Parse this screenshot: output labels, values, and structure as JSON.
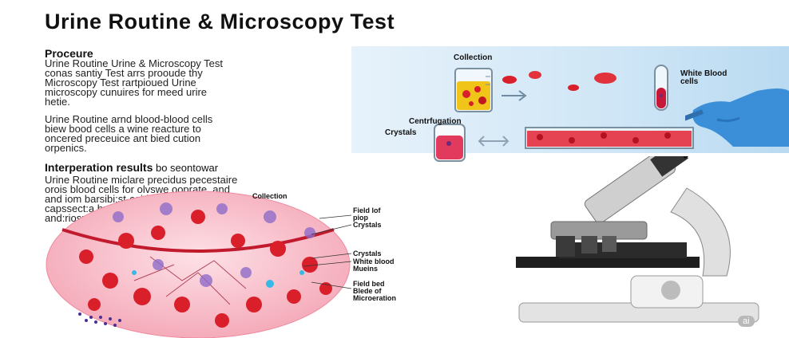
{
  "title": "Urine Routine & Microscopy Test",
  "procedure": {
    "heading": "Proceure",
    "lines": [
      "Urine Routine Urine & Microscopy Test",
      "conas santiy Test arrs prooude thy",
      "Microscopy Test rartpioued Urine",
      "microscopy cunuires for meed urire",
      "hetie."
    ],
    "lines2": [
      "Urine Routine arnd blood-blood cells",
      "biew bood cells a wine reacture to",
      "oncered preceuice ant bied cution",
      "orpenics."
    ]
  },
  "interpretation": {
    "heading": "Interperation results",
    "heading_tail": " bo seontowar",
    "lines": [
      "Urine Routine miclare precidus pecestaire",
      "orois blood cells for olvswe ooprate, and",
      "and iom barsibi:st-caid cossous, eporod",
      "capssect:a hueins puny anto past opaily",
      "and:riosuts."
    ]
  },
  "process_labels": {
    "collection": "Collection",
    "white_blood": "White Blood\ncells",
    "centrifugation": "Centrfugation",
    "crystals": "Crystals"
  },
  "micro_labels": {
    "collection": "Collection",
    "field_drop": "Field lof\npiop",
    "crystals1": "Crystals",
    "crystals2": "Crystals",
    "white_blood": "White blood\nMueins",
    "field_slide": "Field bed\nBlede of\nMicroeration"
  },
  "badge": "ai",
  "colors": {
    "accent_blue": "#cfe6f6",
    "rbc_red": "#d81f2a",
    "tissue_pink": "#f6b8c4",
    "wbc_purple": "#8e6cc9",
    "glove_blue": "#3a8fd8"
  },
  "icons": [
    "beaker-icon",
    "test-tube-icon",
    "glove-hand-icon",
    "arrow-icon",
    "microscope-icon"
  ]
}
